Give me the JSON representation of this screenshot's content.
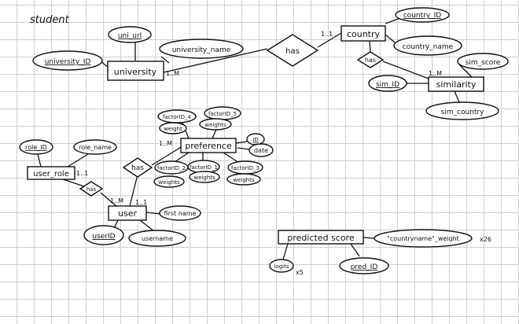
{
  "page_title": "student",
  "entities": [
    {
      "id": "university",
      "label": "university"
    },
    {
      "id": "country",
      "label": "country"
    },
    {
      "id": "similarity",
      "label": "similarity"
    },
    {
      "id": "preference",
      "label": "preference"
    },
    {
      "id": "user_role",
      "label": "user_role"
    },
    {
      "id": "user",
      "label": "user"
    },
    {
      "id": "predicted_score",
      "label": "predicted score"
    }
  ],
  "relationships": [
    {
      "id": "has_uc",
      "label": "has"
    },
    {
      "id": "has_cs",
      "label": "has"
    },
    {
      "id": "has_up",
      "label": "has"
    },
    {
      "id": "has_ur",
      "label": "has"
    }
  ],
  "attributes": [
    {
      "id": "uni_url",
      "label": "uni_url",
      "key": true
    },
    {
      "id": "university_name",
      "label": "university_name",
      "key": false
    },
    {
      "id": "university_id",
      "label": "university_ID",
      "key": true
    },
    {
      "id": "country_id",
      "label": "country_ID",
      "key": true
    },
    {
      "id": "country_name",
      "label": "country_name",
      "key": false
    },
    {
      "id": "sim_score",
      "label": "sim_score",
      "key": false
    },
    {
      "id": "sim_id",
      "label": "sim_ID",
      "key": true
    },
    {
      "id": "sim_country",
      "label": "sim_country",
      "key": false
    },
    {
      "id": "factor4",
      "label": "factorID_4",
      "key": false
    },
    {
      "id": "weight_a",
      "label": "weight",
      "key": false
    },
    {
      "id": "factor5",
      "label": "factorID_5",
      "key": false
    },
    {
      "id": "weights_a",
      "label": "weights",
      "key": false
    },
    {
      "id": "pref_id",
      "label": "ID",
      "key": true
    },
    {
      "id": "date",
      "label": "date",
      "key": false
    },
    {
      "id": "factor2",
      "label": "factorID_2",
      "key": false
    },
    {
      "id": "factor1",
      "label": "factorID_1",
      "key": false
    },
    {
      "id": "factor3",
      "label": "factorID_3",
      "key": false
    },
    {
      "id": "weight_b",
      "label": "weights",
      "key": false
    },
    {
      "id": "weight_c",
      "label": "weights",
      "key": false
    },
    {
      "id": "weight_d",
      "label": "weights",
      "key": false
    },
    {
      "id": "role_id",
      "label": "role_ID",
      "key": true
    },
    {
      "id": "role_name",
      "label": "role_name",
      "key": false
    },
    {
      "id": "first_name",
      "label": "first name",
      "key": false
    },
    {
      "id": "user_id",
      "label": "userID",
      "key": true
    },
    {
      "id": "username",
      "label": "username",
      "key": false
    },
    {
      "id": "country_weight",
      "label": "\"countryname\"_weight",
      "key": false
    },
    {
      "id": "logits",
      "label": "logits",
      "key": false
    },
    {
      "id": "pred_id",
      "label": "pred_ID",
      "key": true
    }
  ],
  "cardinalities": [
    {
      "id": "c_uni",
      "label": "1..M"
    },
    {
      "id": "c_country",
      "label": "1..1"
    },
    {
      "id": "c_sim",
      "label": "1..M"
    },
    {
      "id": "c_pref",
      "label": "1..M"
    },
    {
      "id": "c_role",
      "label": "1..1"
    },
    {
      "id": "c_user_m",
      "label": "1..M"
    },
    {
      "id": "c_user_1",
      "label": "1..1"
    }
  ],
  "notes": [
    {
      "id": "x26",
      "label": "x26"
    },
    {
      "id": "x5",
      "label": "x5"
    }
  ]
}
